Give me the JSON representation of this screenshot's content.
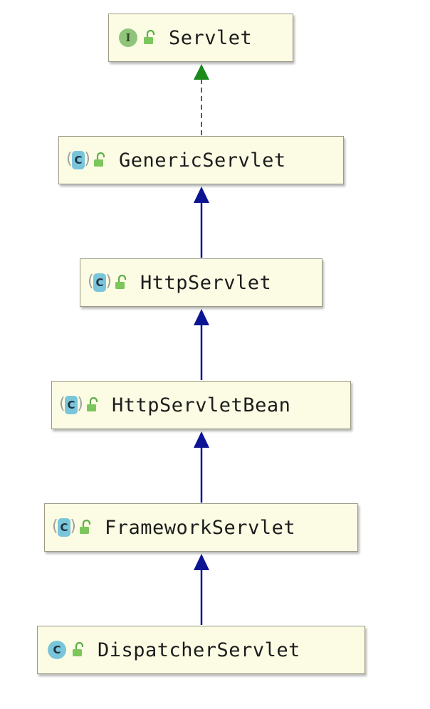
{
  "diagram": {
    "nodes": [
      {
        "id": "servlet",
        "label": "Servlet",
        "kind": "interface",
        "kind_glyph": "I",
        "icon": "unlocked-padlock-icon"
      },
      {
        "id": "generic-servlet",
        "label": "GenericServlet",
        "kind": "abstract-class",
        "kind_glyph": "C",
        "icon": "unlocked-padlock-icon"
      },
      {
        "id": "http-servlet",
        "label": "HttpServlet",
        "kind": "abstract-class",
        "kind_glyph": "C",
        "icon": "unlocked-padlock-icon"
      },
      {
        "id": "http-servlet-bean",
        "label": "HttpServletBean",
        "kind": "abstract-class",
        "kind_glyph": "C",
        "icon": "unlocked-padlock-icon"
      },
      {
        "id": "framework-servlet",
        "label": "FrameworkServlet",
        "kind": "abstract-class",
        "kind_glyph": "C",
        "icon": "unlocked-padlock-icon"
      },
      {
        "id": "dispatcher-servlet",
        "label": "DispatcherServlet",
        "kind": "class",
        "kind_glyph": "C",
        "icon": "unlocked-padlock-icon"
      }
    ],
    "edges": [
      {
        "from": "generic-servlet",
        "to": "servlet",
        "type": "implements",
        "style": "dashed",
        "color": "#1a8a1a"
      },
      {
        "from": "http-servlet",
        "to": "generic-servlet",
        "type": "extends",
        "style": "solid",
        "color": "#0c1494"
      },
      {
        "from": "http-servlet-bean",
        "to": "http-servlet",
        "type": "extends",
        "style": "solid",
        "color": "#0c1494"
      },
      {
        "from": "framework-servlet",
        "to": "http-servlet-bean",
        "type": "extends",
        "style": "solid",
        "color": "#0c1494"
      },
      {
        "from": "dispatcher-servlet",
        "to": "framework-servlet",
        "type": "extends",
        "style": "solid",
        "color": "#0c1494"
      }
    ]
  }
}
